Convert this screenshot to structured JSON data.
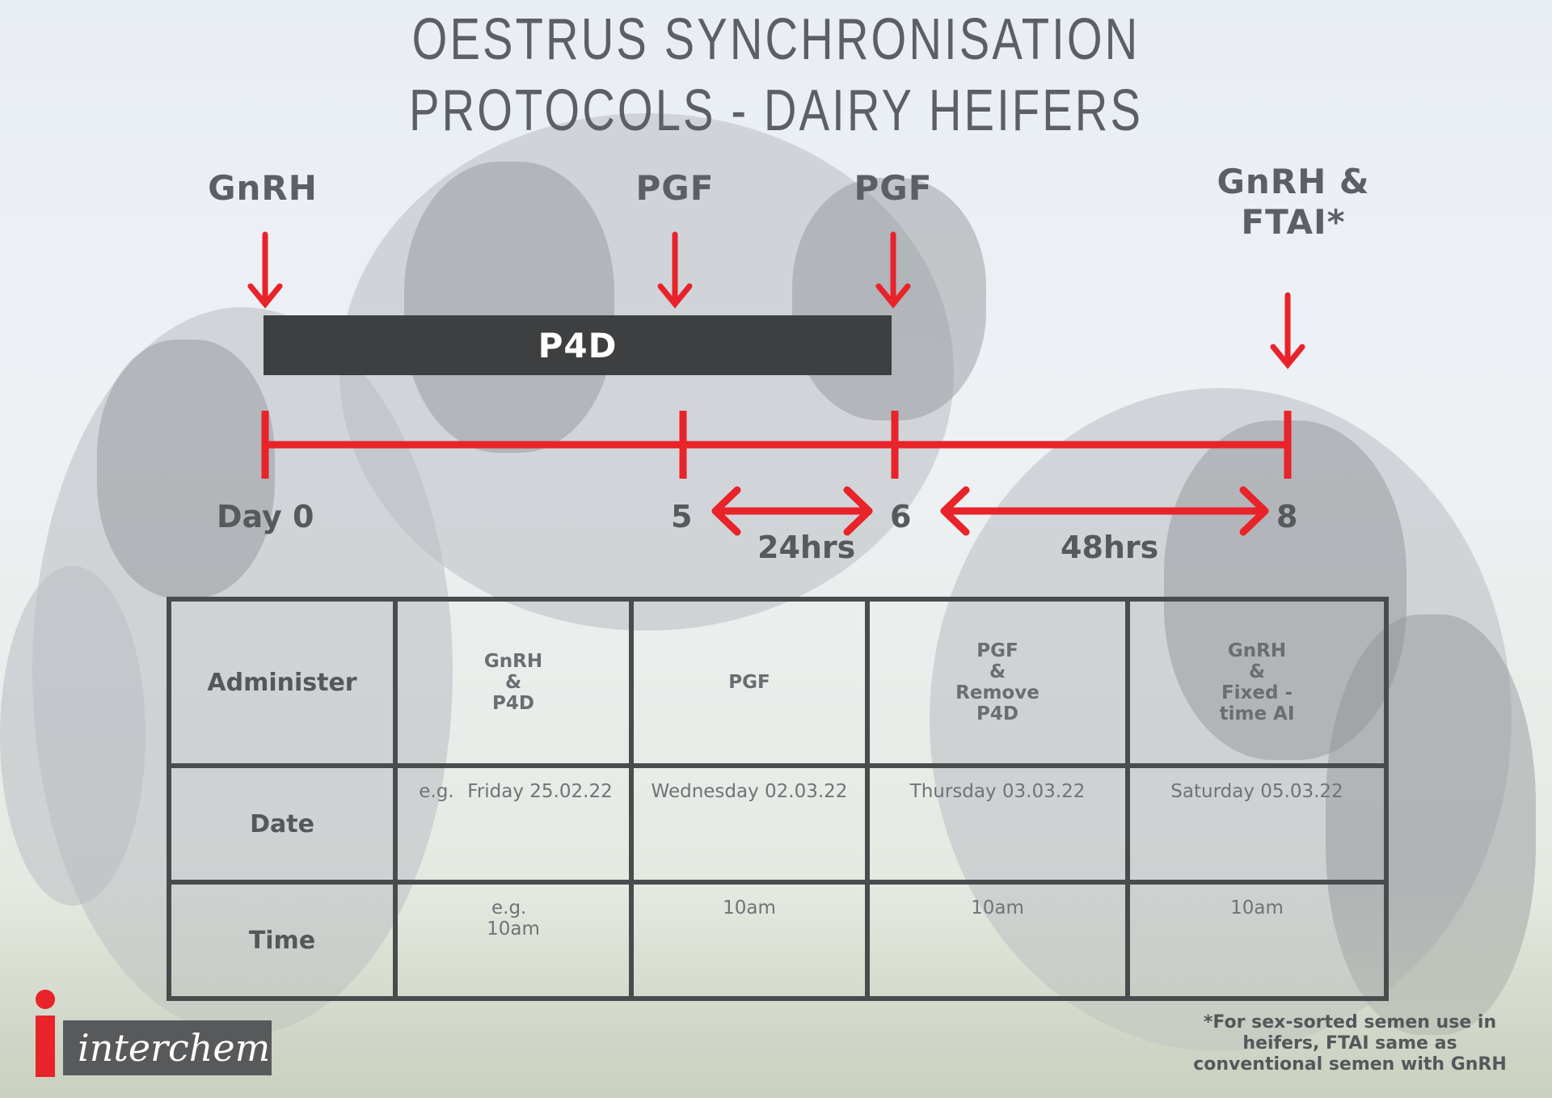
{
  "title": {
    "line1": "OESTRUS SYNCHRONISATION",
    "line2": "PROTOCOLS - DAIRY HEIFERS"
  },
  "timeline": {
    "events": [
      {
        "label": "GnRH"
      },
      {
        "label": "PGF"
      },
      {
        "label": "PGF"
      },
      {
        "label_line1": "GnRH &",
        "label_line2": "FTAI*"
      }
    ],
    "bar_label": "P4D",
    "days": [
      "Day 0",
      "5",
      "6",
      "8"
    ],
    "intervals": [
      "24hrs",
      "48hrs"
    ]
  },
  "table": {
    "row_headers": [
      "Administer",
      "Date",
      "Time"
    ],
    "administer": [
      [
        "GnRH",
        "&",
        "P4D"
      ],
      [
        "PGF"
      ],
      [
        "PGF",
        "&",
        "Remove",
        "P4D"
      ],
      [
        "GnRH",
        "&",
        "Fixed -",
        "time AI"
      ]
    ],
    "example_prefix": "e.g.",
    "dates": [
      "Friday 25.02.22",
      "Wednesday 02.03.22",
      "Thursday 03.03.22",
      "Saturday 05.03.22"
    ],
    "times": [
      "10am",
      "10am",
      "10am",
      "10am"
    ]
  },
  "logo": {
    "text": "interchem"
  },
  "footnote": {
    "line1": "*For sex-sorted semen use in",
    "line2": "heifers, FTAI same as",
    "line3": "conventional semen with GnRH"
  },
  "colors": {
    "accent_red": "#e8232a",
    "bar_dark": "#3e3f41",
    "text_gray": "#5c5f63"
  }
}
